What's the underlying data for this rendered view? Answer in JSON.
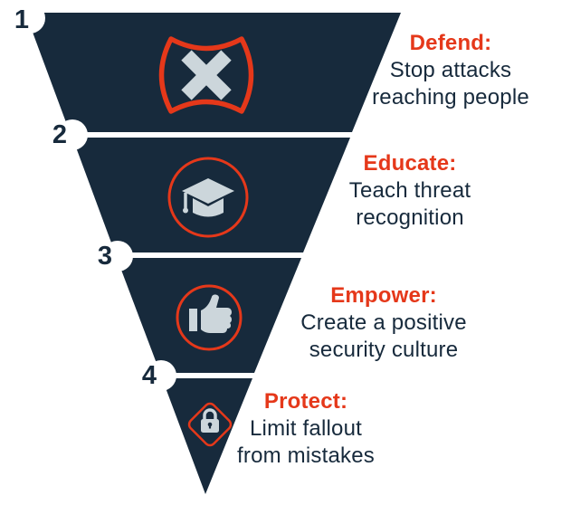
{
  "diagram": {
    "type": "inverted-funnel-4-levels",
    "colors": {
      "funnel_navy": "#172a3c",
      "accent_orange": "#e5381a",
      "icon_gray": "#ccd6db",
      "background": "#ffffff",
      "step_circle": "#ffffff"
    },
    "levels": [
      {
        "number": "1",
        "icon": "shield-x-icon",
        "heading": "Defend:",
        "lines": [
          "Stop attacks",
          "reaching people"
        ]
      },
      {
        "number": "2",
        "icon": "graduation-cap-icon",
        "heading": "Educate:",
        "lines": [
          "Teach threat",
          "recognition"
        ]
      },
      {
        "number": "3",
        "icon": "thumbs-up-icon",
        "heading": "Empower:",
        "lines": [
          "Create a positive",
          "security culture"
        ]
      },
      {
        "number": "4",
        "icon": "padlock-icon",
        "heading": "Protect:",
        "lines": [
          "Limit fallout",
          "from mistakes"
        ]
      }
    ]
  }
}
